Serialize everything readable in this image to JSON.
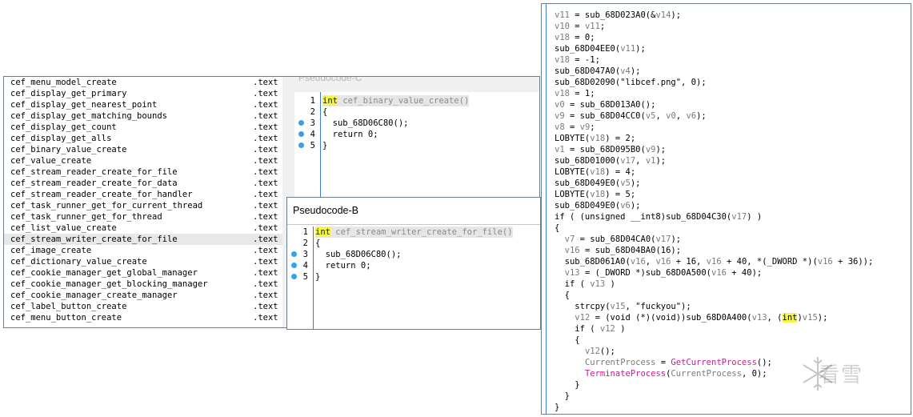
{
  "function_list": {
    "rows": [
      {
        "name": "cef_menu_model_create",
        "segment": ".text"
      },
      {
        "name": "cef_display_get_primary",
        "segment": ".text"
      },
      {
        "name": "cef_display_get_nearest_point",
        "segment": ".text"
      },
      {
        "name": "cef_display_get_matching_bounds",
        "segment": ".text"
      },
      {
        "name": "cef_display_get_count",
        "segment": ".text"
      },
      {
        "name": "cef_display_get_alls",
        "segment": ".text"
      },
      {
        "name": "cef_binary_value_create",
        "segment": ".text"
      },
      {
        "name": "cef_value_create",
        "segment": ".text"
      },
      {
        "name": "cef_stream_reader_create_for_file",
        "segment": ".text"
      },
      {
        "name": "cef_stream_reader_create_for_data",
        "segment": ".text"
      },
      {
        "name": "cef_stream_reader_create_for_handler",
        "segment": ".text"
      },
      {
        "name": "cef_task_runner_get_for_current_thread",
        "segment": ".text"
      },
      {
        "name": "cef_task_runner_get_for_thread",
        "segment": ".text"
      },
      {
        "name": "cef_list_value_create",
        "segment": ".text"
      },
      {
        "name": "cef_stream_writer_create_for_file",
        "segment": ".text",
        "selected": true
      },
      {
        "name": "cef_image_create",
        "segment": ".text"
      },
      {
        "name": "cef_dictionary_value_create",
        "segment": ".text"
      },
      {
        "name": "cef_cookie_manager_get_global_manager",
        "segment": ".text"
      },
      {
        "name": "cef_cookie_manager_get_blocking_manager",
        "segment": ".text"
      },
      {
        "name": "cef_cookie_manager_create_manager",
        "segment": ".text"
      },
      {
        "name": "cef_label_button_create",
        "segment": ".text"
      },
      {
        "name": "cef_menu_button_create",
        "segment": ".text"
      }
    ]
  },
  "panel_c": {
    "title": "Pseudocode-C",
    "lines": [
      {
        "num": "1",
        "dot": false,
        "kw": "int",
        "text": " cef_binary_value_create()"
      },
      {
        "num": "2",
        "dot": false,
        "kw": "",
        "text": "{"
      },
      {
        "num": "3",
        "dot": true,
        "kw": "",
        "text": "  sub_68D06C80();"
      },
      {
        "num": "4",
        "dot": true,
        "kw": "",
        "text": "  return 0;"
      },
      {
        "num": "5",
        "dot": true,
        "kw": "",
        "text": "}"
      }
    ]
  },
  "panel_b": {
    "title": "Pseudocode-B",
    "lines": [
      {
        "num": "1",
        "dot": false,
        "kw": "int",
        "text": " cef_stream_writer_create_for_file()"
      },
      {
        "num": "2",
        "dot": false,
        "kw": "",
        "text": "{"
      },
      {
        "num": "3",
        "dot": true,
        "kw": "",
        "text": "  sub_68D06C80();"
      },
      {
        "num": "4",
        "dot": true,
        "kw": "",
        "text": "  return 0;"
      },
      {
        "num": "5",
        "dot": true,
        "kw": "",
        "text": "}"
      }
    ]
  },
  "big_code": {
    "lines": [
      "v11 = sub_68D023A0(&v14);",
      "v10 = v11;",
      "v18 = 0;",
      "sub_68D04EE0(v11);",
      "v18 = -1;",
      "sub_68D047A0(v4);",
      "sub_68D02090(\"libcef.png\", 0);",
      "v18 = 1;",
      "v0 = sub_68D013A0();",
      "v9 = sub_68D04CC0(v5, v0, v6);",
      "v8 = v9;",
      "LOBYTE(v18) = 2;",
      "v1 = sub_68D095B0(v9);",
      "sub_68D01000(v17, v1);",
      "LOBYTE(v18) = 4;",
      "sub_68D049E0(v5);",
      "LOBYTE(v18) = 5;",
      "sub_68D049E0(v6);",
      "if ( (unsigned __int8)sub_68D04C30(v17) )",
      "{",
      "  v7 = sub_68D04CA0(v17);",
      "  v16 = sub_68D04BA0(16);",
      "  sub_68D061A0(v16, v16 + 16, v16 + 40, *(_DWORD *)(v16 + 36));",
      "  v13 = (_DWORD *)sub_68D0A500(v16 + 40);",
      "  if ( v13 )",
      "  {",
      "    strcpy(v15, \"fuckyou\");",
      "    v12 = (void (*)(void))sub_68D0A400(v13, (int)v15);",
      "    if ( v12 )",
      "    {",
      "      v12();",
      "      CurrentProcess = GetCurrentProcess();",
      "      TerminateProcess(CurrentProcess, 0);",
      "    }",
      "  }",
      "}"
    ]
  },
  "watermark": {
    "text": "看雪"
  },
  "colors": {
    "keyword_highlight": "#f6f64a",
    "breakpoint_dot": "#3aa0e6",
    "api_name": "#c0208e",
    "border": "#6f7e8f"
  }
}
